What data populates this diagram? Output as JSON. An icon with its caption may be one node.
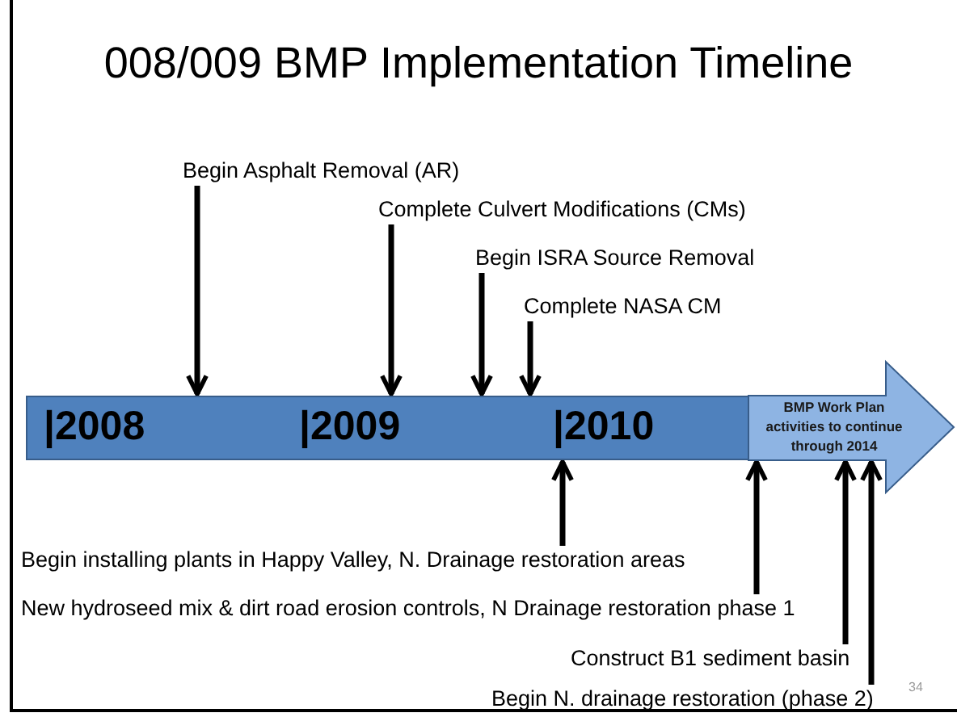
{
  "diagram": {
    "title": "008/009 BMP Implementation Timeline",
    "nodes": [
      {
        "text": [
          "|2008",
          "|2009",
          "|2010"
        ]
      },
      {
        "text": [
          "BMP Work Plan activities to continue through 2014"
        ]
      },
      {
        "text": [
          "Begin Asphalt Removal (AR)"
        ]
      },
      {
        "text": [
          "Complete Culvert Modifications (CMs)"
        ]
      },
      {
        "text": [
          "Begin ISRA Source Removal"
        ]
      },
      {
        "text": [
          "Complete NASA CM"
        ]
      },
      {
        "text": [
          "Begin installing plants in Happy Valley, N. Drainage restoration areas"
        ]
      },
      {
        "text": [
          "New hydroseed mix & dirt road erosion controls, N Drainage restoration phase 1"
        ]
      },
      {
        "text": [
          "Construct B1 sediment basin"
        ]
      },
      {
        "text": [
          "Begin N. drainage restoration (phase 2)"
        ]
      }
    ],
    "edges": [
      {
        "from": 2,
        "to": 0,
        "arrow": "to"
      },
      {
        "from": 3,
        "to": 0,
        "arrow": "to"
      },
      {
        "from": 4,
        "to": 0,
        "arrow": "to"
      },
      {
        "from": 5,
        "to": 0,
        "arrow": "to"
      },
      {
        "from": 6,
        "to": 0,
        "arrow": "to"
      },
      {
        "from": 7,
        "to": 1,
        "arrow": "to"
      },
      {
        "from": 8,
        "to": 1,
        "arrow": "to"
      },
      {
        "from": 9,
        "to": 1,
        "arrow": "to"
      }
    ],
    "labels": [
      "34"
    ]
  }
}
